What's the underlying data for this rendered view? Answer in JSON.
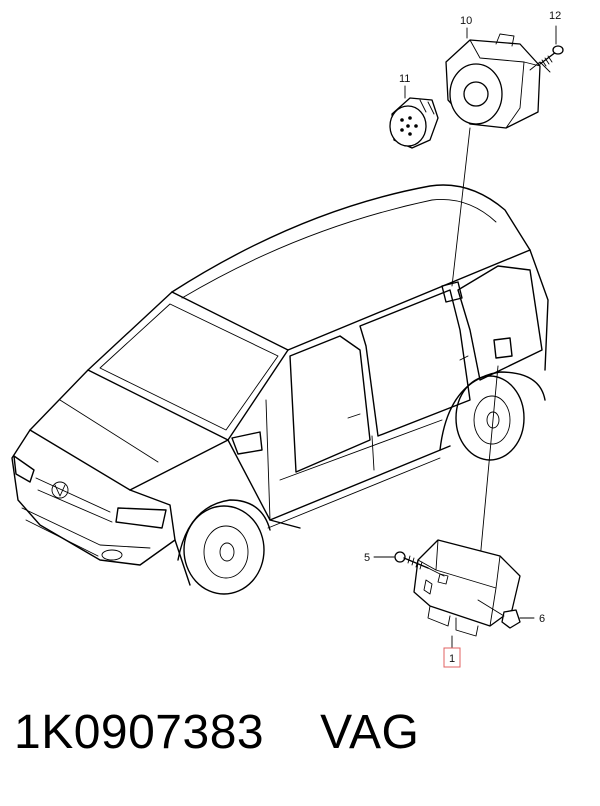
{
  "callouts": {
    "c1": "1",
    "c5": "5",
    "c6": "6",
    "c10": "10",
    "c11": "11",
    "c12": "12"
  },
  "caption": {
    "part_number": "1K0907383",
    "brand": "VAG"
  },
  "colors": {
    "line": "#000000",
    "highlight_box": "#e06060"
  }
}
